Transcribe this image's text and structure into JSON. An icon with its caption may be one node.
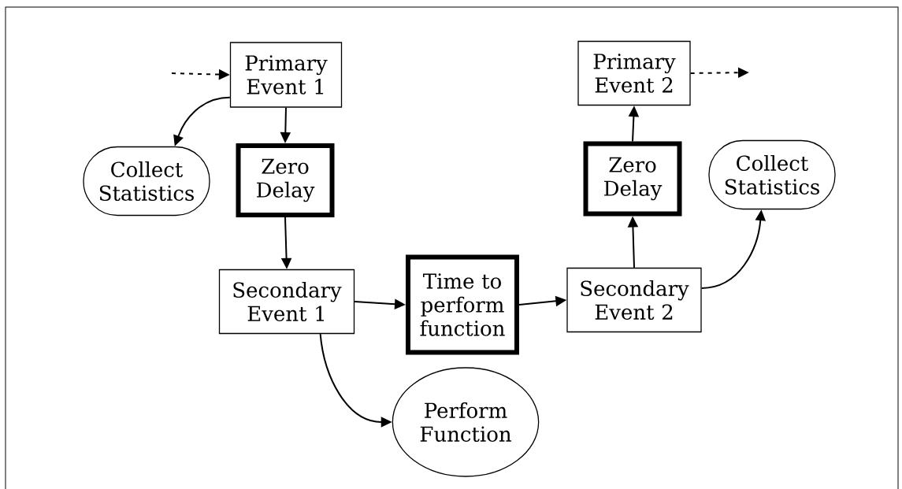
{
  "diagram": {
    "nodes": [
      {
        "text": [
          "Primary Event 1"
        ]
      },
      {
        "text": [
          "Collect Statistics"
        ]
      },
      {
        "text": [
          "Zero Delay"
        ]
      },
      {
        "text": [
          "Secondary Event 1"
        ]
      },
      {
        "text": [
          "Time to perform function"
        ]
      },
      {
        "text": [
          "Perform Function"
        ]
      },
      {
        "text": [
          "Secondary Event 2"
        ]
      },
      {
        "text": [
          "Zero Delay"
        ]
      },
      {
        "text": [
          "Primary Event 2"
        ]
      },
      {
        "text": [
          "Collect Statistics"
        ]
      }
    ],
    "edges": [
      {
        "from": null,
        "to": 0,
        "arrow": "to",
        "style": "dashed"
      },
      {
        "from": 0,
        "to": 1,
        "arrow": "to"
      },
      {
        "from": 0,
        "to": 2,
        "arrow": "to"
      },
      {
        "from": 2,
        "to": 3,
        "arrow": "to"
      },
      {
        "from": 3,
        "to": 4,
        "arrow": "to"
      },
      {
        "from": 3,
        "to": 5,
        "arrow": "to"
      },
      {
        "from": 4,
        "to": 6,
        "arrow": "to"
      },
      {
        "from": 6,
        "to": 7,
        "arrow": "to"
      },
      {
        "from": 7,
        "to": 8,
        "arrow": "to"
      },
      {
        "from": 6,
        "to": 9,
        "arrow": "to"
      },
      {
        "from": 8,
        "to": null,
        "arrow": "to",
        "style": "dashed"
      }
    ]
  }
}
